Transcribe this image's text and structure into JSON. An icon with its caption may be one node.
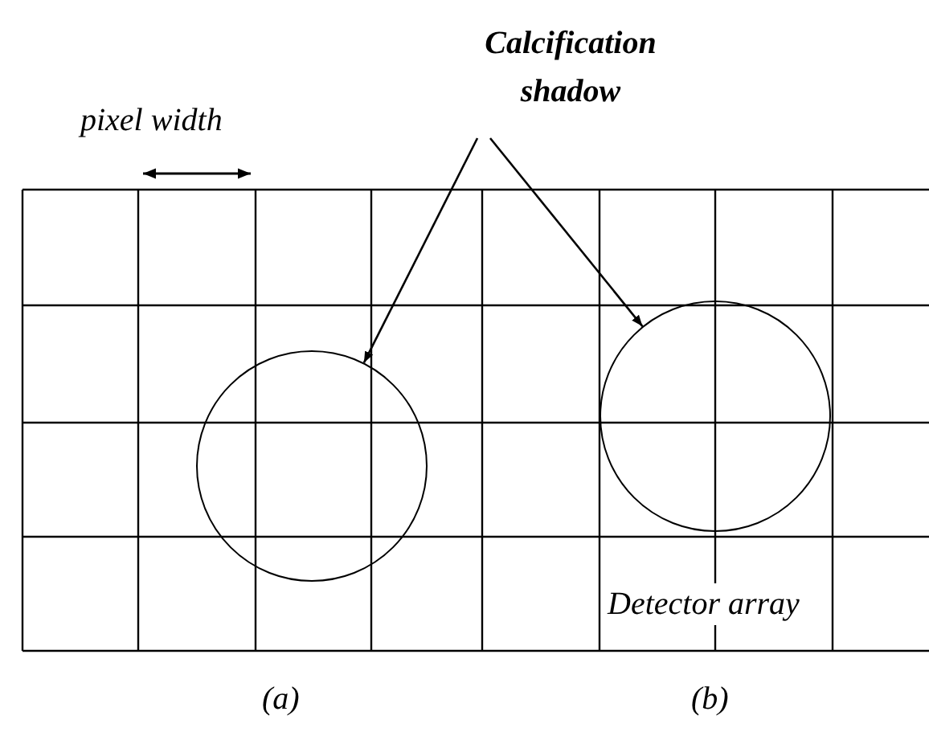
{
  "diagram": {
    "nodes": [
      {
        "text": [
          "Calcification shadow"
        ]
      },
      {
        "text": [],
        "shape": "circle"
      },
      {
        "text": [],
        "shape": "circle"
      }
    ],
    "edges": [
      {
        "from": 0,
        "to": 1,
        "arrow": "to"
      },
      {
        "from": 0,
        "to": 2,
        "arrow": "to"
      }
    ],
    "labels": [
      "pixel width",
      "Detector array",
      "(a)",
      "(b)"
    ]
  }
}
